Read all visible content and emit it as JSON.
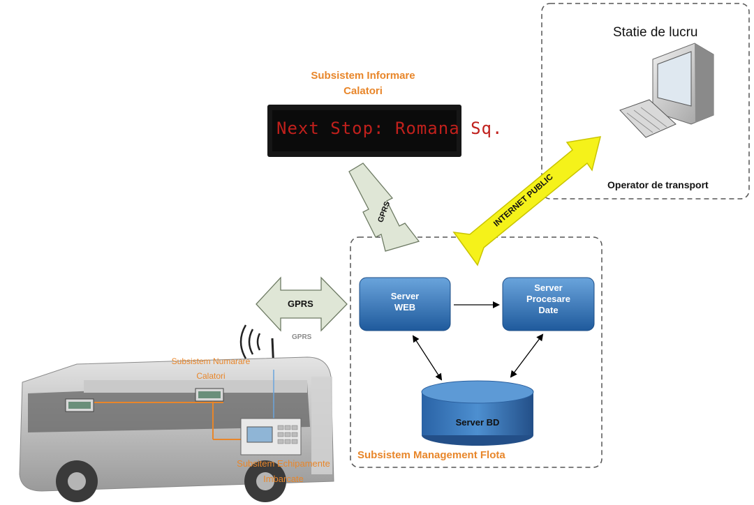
{
  "passenger_info": {
    "title_line1": "Subsistem Informare",
    "title_line2": "Calatori",
    "display_text": "Next Stop: Romana Sq."
  },
  "workstation": {
    "label": "Statie de lucru",
    "operator_label": "Operator de transport"
  },
  "links": {
    "internet": "INTERNET PUBLIC",
    "gprs_vertical": "GPRS",
    "gprs_horizontal": "GPRS",
    "gprs_antenna": "GPRS"
  },
  "fleet": {
    "title": "Subsistem Management Flota",
    "server_web_line1": "Server",
    "server_web_line2": "WEB",
    "server_proc_line1": "Server",
    "server_proc_line2": "Procesare",
    "server_proc_line3": "Date",
    "server_db": "Server BD"
  },
  "bus": {
    "counting_line1": "Subsistem Numarare",
    "counting_line2": "Calatori",
    "equipment_line1": "Subsitem Echipamente",
    "equipment_line2": "Imbarcate"
  },
  "colors": {
    "orange_text": "#e8862a",
    "blue_box": "#2e6fb3",
    "yellow_arrow": "#f5f21a",
    "gprs_arrow": "#dfe6d6"
  }
}
